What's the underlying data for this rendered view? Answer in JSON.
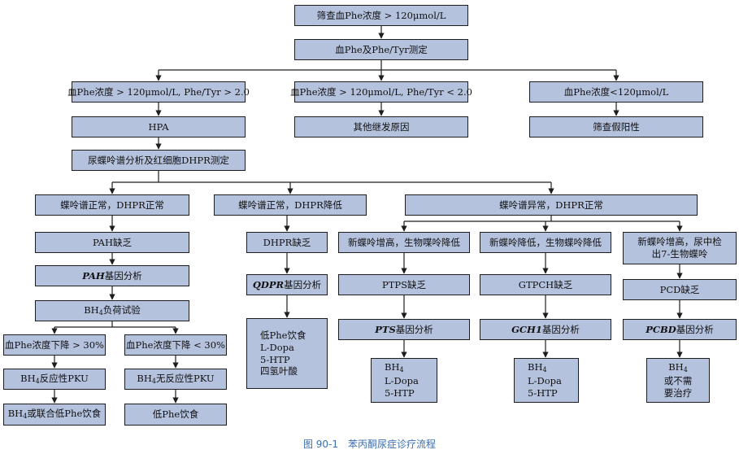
{
  "nodes": {
    "screen_phe": "筛查血Phe浓度 > 120μmol/L",
    "phe_tyr_test": "血Phe及Phe/Tyr测定",
    "branch_hpa": "血Phe浓度 > 120μmol/L, Phe/Tyr > 2.0",
    "branch_secondary": "血Phe浓度 > 120μmol/L, Phe/Tyr < 2.0",
    "branch_false": "血Phe浓度<120μmol/L",
    "hpa": "HPA",
    "secondary_cause": "其他继发原因",
    "false_positive": "筛查假阳性",
    "pterin_dhpr_test": "尿蝶呤谱分析及红细胞DHPR测定",
    "pterin_normal_dhpr_normal": "蝶呤谱正常，DHPR正常",
    "pterin_normal_dhpr_low": "蝶呤谱正常，DHPR降低",
    "pterin_abnormal_dhpr_normal": "蝶呤谱异常，DHPR正常",
    "pah_deficiency": "PAH缺乏",
    "pah_gene_italic": "PAH",
    "pah_gene_rest": "基因分析",
    "bh4_load_main": "BH",
    "bh4_load_sub": "4",
    "bh4_load_rest": "负荷试验",
    "phe_drop_over": "血Phe浓度下降 > 30%",
    "phe_drop_under": "血Phe浓度下降 < 30%",
    "bh4_resp_main": "BH",
    "bh4_resp_sub": "4",
    "bh4_resp_rest": "反应性PKU",
    "bh4_nonresp_main": "BH",
    "bh4_nonresp_sub": "4",
    "bh4_nonresp_rest": "无反应性PKU",
    "bh4_combo_main": "BH",
    "bh4_combo_sub": "4",
    "bh4_combo_rest": "或联合低Phe饮食",
    "low_phe_diet": "低Phe饮食",
    "dhpr_deficiency": "DHPR缺乏",
    "qdpr_gene_italic": "QDPR",
    "qdpr_gene_rest": "基因分析",
    "dhpr_treatment": [
      "低Phe饮食",
      "L-Dopa",
      "5-HTP",
      "四氢叶酸"
    ],
    "ptps_finding": "新蝶呤增高，生物喋呤降低",
    "gtpch_finding": "新蝶呤降低，生物蝶呤降低",
    "pcd_finding_1": "新蝶呤增高，尿中检",
    "pcd_finding_2": "出7-生物蝶呤",
    "ptps_deficiency": "PTPS缺乏",
    "gtpch_deficiency": "GTPCH缺乏",
    "pcd_deficiency": "PCD缺乏",
    "pts_gene_italic": "PTS",
    "pts_gene_rest": "基因分析",
    "gch1_gene_italic": "GCH1",
    "gch1_gene_rest": "基因分析",
    "pcbd_gene_italic": "PCBD",
    "pcbd_gene_rest": "基因分析",
    "ptps_bh4_main": "BH",
    "ptps_bh4_sub": "4",
    "ptps_treatment": [
      "L-Dopa",
      "5-HTP"
    ],
    "gtpch_bh4_main": "BH",
    "gtpch_bh4_sub": "4",
    "gtpch_treatment": [
      "L-Dopa",
      "5-HTP"
    ],
    "pcd_bh4_main": "BH",
    "pcd_bh4_sub": "4",
    "pcd_treatment": [
      "或不需",
      "要治疗"
    ]
  },
  "caption": "图 90-1　苯丙酮尿症诊疗流程",
  "colors": {
    "box_fill": "#b4c2de",
    "border": "#1d1d1d",
    "caption": "#3a6fb0"
  }
}
